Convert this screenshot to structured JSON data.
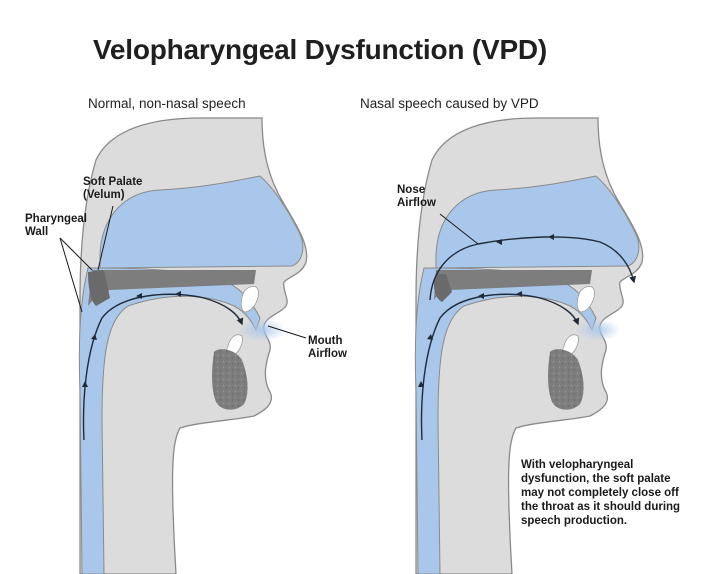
{
  "title": "Velopharyngeal Dysfunction (VPD)",
  "panels": {
    "left": {
      "subtitle": "Normal, non-nasal speech"
    },
    "right": {
      "subtitle": "Nasal speech caused by VPD"
    }
  },
  "labels": {
    "soft_palate": [
      "Soft Palate",
      "(Velum)"
    ],
    "pharyngeal_wall": [
      "Pharyngeal",
      "Wall"
    ],
    "mouth_airflow": [
      "Mouth",
      "Airflow"
    ],
    "nose_airflow": [
      "Nose",
      "Airflow"
    ]
  },
  "note": "With velopharyngeal dysfunction, the soft palate may not completely close off the throat as it should during speech production.",
  "colors": {
    "skin": "#dcdcdc",
    "airway": "#a9c7ea",
    "airway_light": "#cfe0f4",
    "bone": "#7d7d7d",
    "outline": "#8a8a8a",
    "arrow": "#1f2b3a"
  }
}
